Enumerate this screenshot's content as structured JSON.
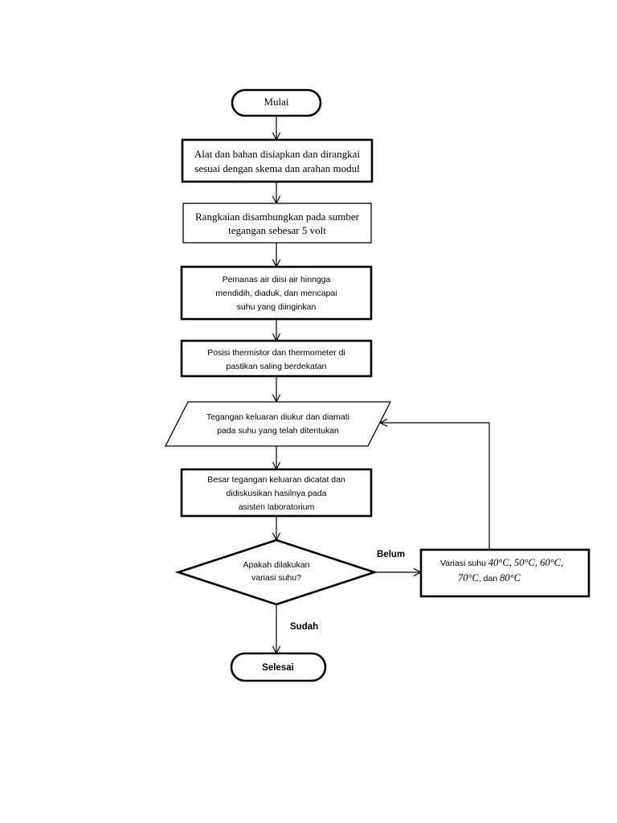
{
  "flowchart": {
    "start": "Mulai",
    "step1": [
      "Alat dan bahan disiapkan dan dirangkai",
      "sesuai dengan skema dan arahan modul"
    ],
    "step2": [
      "Rangkaian disambungkan pada sumber",
      "tegangan sebesar 5 volt"
    ],
    "step3": [
      "Pemanas air diisi air hinngga",
      "mendidih, diaduk, dan mencapai",
      "suhu yang diinginkan"
    ],
    "step4": [
      "Posisi thermistor dan thermometer di",
      "pastikan saling berdekatan"
    ],
    "step5": [
      "Tegangan keluaran diukur dan diamati",
      "pada suhu yang telah ditentukan"
    ],
    "step6": [
      "Besar tegangan keluaran dicatat dan",
      "didiskusikan hasilnya pada",
      "asisten laboratorium"
    ],
    "decision": [
      "Apakah dilakukan",
      "variasi suhu?"
    ],
    "variation": {
      "prefix": "Variasi suhu ",
      "t1": "40°C",
      "sep1": ", ",
      "t2": "50°C",
      "sep2": ", ",
      "t3": "60°C",
      "sep3": ",",
      "t4": "70°C",
      "sep4": ", dan ",
      "t5": "80°C"
    },
    "label_no": "Belum",
    "label_yes": "Sudah",
    "end": "Selesai"
  }
}
